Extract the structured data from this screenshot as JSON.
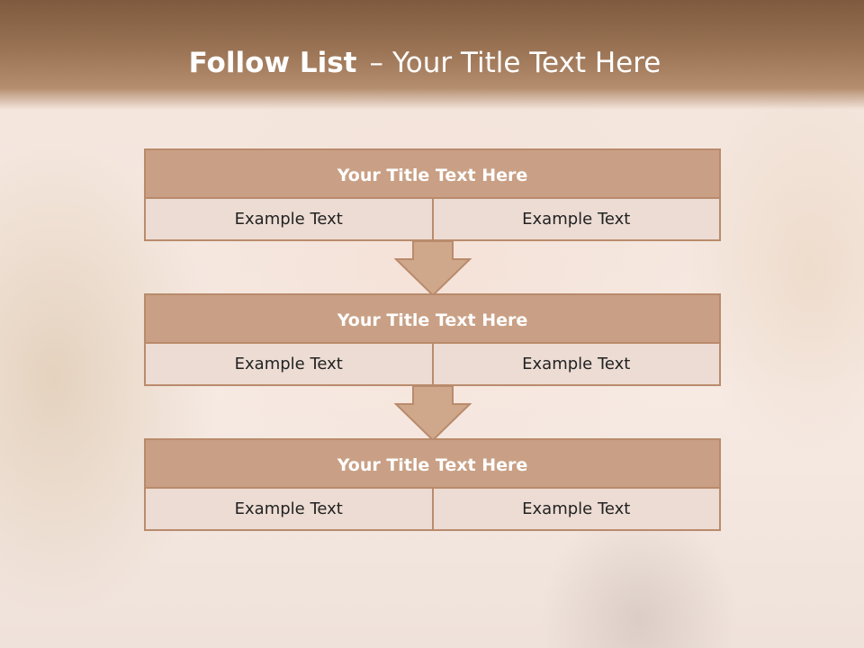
{
  "header": {
    "title_bold": "Follow List",
    "title_separator": "–",
    "title_rest": "Your Title Text Here"
  },
  "blocks": [
    {
      "title": "Your Title Text Here",
      "left": "Example Text",
      "right": "Example Text"
    },
    {
      "title": "Your Title Text Here",
      "left": "Example Text",
      "right": "Example Text"
    },
    {
      "title": "Your Title Text Here",
      "left": "Example Text",
      "right": "Example Text"
    }
  ],
  "colors": {
    "header": "#9a7354",
    "block_title_fill": "#c9a085",
    "block_border": "#b98b6c",
    "cell_fill": "#ecdcd3",
    "arrow_fill": "#cfa88b"
  }
}
